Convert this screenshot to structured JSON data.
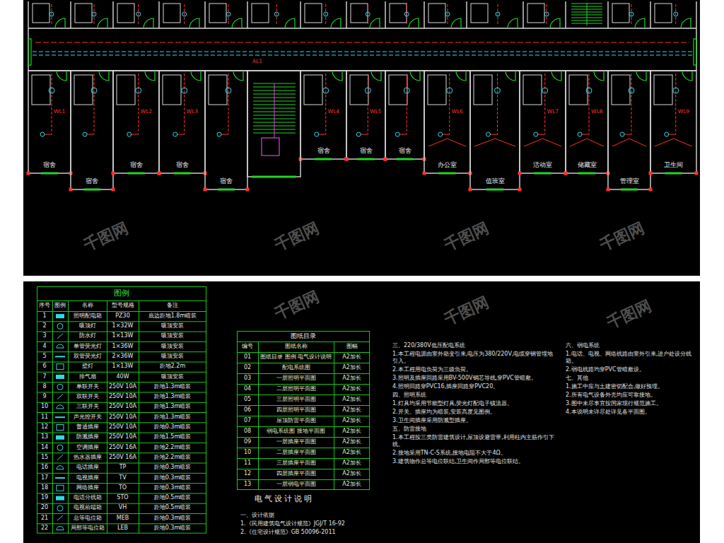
{
  "diagram": {
    "nodes": [
      {
        "text": [
          "图例",
          "序号",
          "图例",
          "名称",
          "型号规格",
          "备注",
          "1",
          "照明配电箱",
          "PZ30",
          "底边距地1.8m暗装",
          "2",
          "吸顶灯",
          "1×32W",
          "吸顶安装",
          "3",
          "防水灯",
          "1×13W",
          "吸顶安装",
          "4",
          "单管荧光灯",
          "1×36W",
          "吸顶安装",
          "5",
          "双管荧光灯",
          "2×36W",
          "吸顶安装",
          "6",
          "壁灯",
          "1×13W",
          "距地2.2m",
          "7",
          "排气扇",
          "40W",
          "吸顶安装",
          "8",
          "单联开关",
          "250V 10A",
          "距地1.3m暗装",
          "9",
          "双联开关",
          "250V 10A",
          "距地1.3m暗装",
          "10",
          "三联开关",
          "250V 10A",
          "距地1.3m暗装",
          "11",
          "声光控开关",
          "250V 10A",
          "距地1.3m暗装",
          "12",
          "普通插座",
          "250V 10A",
          "距地0.3m暗装",
          "13",
          "防溅插座",
          "250V 10A",
          "距地1.5m暗装",
          "14",
          "空调插座",
          "250V 16A",
          "距地2.2m暗装",
          "15",
          "热水器插座",
          "250V 16A",
          "距地2.2m暗装",
          "16",
          "电话插座",
          "TP",
          "距地0.3m暗装",
          "17",
          "电视插座",
          "TV",
          "距地0.3m暗装",
          "18",
          "网络插座",
          "TO",
          "距地0.3m暗装",
          "19",
          "电话分线箱",
          "STO",
          "距地0.5m暗装",
          "20",
          "电视前端箱",
          "VH",
          "距地0.5m暗装",
          "21",
          "总等电位箱",
          "MEB",
          "距地0.3m暗装",
          "22",
          "局部等电位箱",
          "LEB",
          "距地0.3m暗装"
        ]
      },
      {
        "text": [
          "图纸目录",
          "编号",
          "图纸名称",
          "图幅",
          "01",
          "图纸目录 图例 电气设计说明",
          "A2加长",
          "02",
          "配电系统图",
          "A2加长",
          "03",
          "一层照明平面图",
          "A2加长",
          "04",
          "二层照明平面图",
          "A2加长",
          "05",
          "三层照明平面图",
          "A2加长",
          "06",
          "四层照明平面图",
          "A2加长",
          "07",
          "屋顶防雷平面图",
          "A2加长",
          "08",
          "弱电系统图 接地平面图",
          "A2加长",
          "09",
          "一层插座平面图",
          "A2加长",
          "10",
          "二层插座平面图",
          "A2加长",
          "11",
          "三层插座平面图",
          "A2加长",
          "12",
          "四层插座平面图",
          "A2加长",
          "13",
          "一层弱电平面图",
          "A2加长"
        ]
      }
    ],
    "labels": [
      "电气设计说明",
      "一、设计依据",
      "1.《民用建筑电气设计规范》JGJ/T 16-92",
      "2.《住宅设计规范》GB 50096-2011",
      "三、220/380V低压配电系统",
      "1.本工程电源由室外箱变引来,电压为380/220V,电缆穿钢管埋地引入。",
      "2.本工程用电负荷为三级负荷。",
      "3.照明及插座回路采用BV-500V铜芯导线,穿PVC管暗敷。",
      "4.照明回路穿PVC16,插座回路穿PVC20。",
      "四、照明系统",
      "1.灯具均采用节能型灯具,荧光灯配电子镇流器。",
      "2.开关、插座均为暗装,安装高度见图例。",
      "3.卫生间插座采用防溅型插座。",
      "五、防雷接地",
      "1.本工程按三类防雷建筑设计,屋顶设避雷带,利用柱内主筋作引下线。",
      "2.接地采用TN-C-S系统,接地电阻不大于4Ω。",
      "3.建筑物作总等电位联结,卫生间作局部等电位联结。",
      "六、弱电系统",
      "1.电话、电视、网络线路由室外引来,进户处设分线箱。",
      "2.弱电线路均穿PVC管暗敷设。",
      "七、其他",
      "1.施工中应与土建密切配合,做好预埋。",
      "2.所有电气设备外壳均应可靠接地。",
      "3.图中未尽事宜按国家现行规范施工。",
      "4.本说明未详尽处详见各平面图。",
      "宿舍",
      "宿舍",
      "宿舍",
      "宿舍",
      "宿舍",
      "宿舍",
      "宿舍",
      "宿舍",
      "办公室",
      "值班室",
      "活动室",
      "储藏室",
      "管理室",
      "卫生间",
      "WL1",
      "WL2",
      "WL3",
      "WL4",
      "WL5",
      "WL6",
      "WL7",
      "WL8",
      "WL9",
      "AL1",
      "千图网",
      "千图网",
      "千图网",
      "千图网",
      "千图网",
      "千图网",
      "千图网"
    ]
  }
}
